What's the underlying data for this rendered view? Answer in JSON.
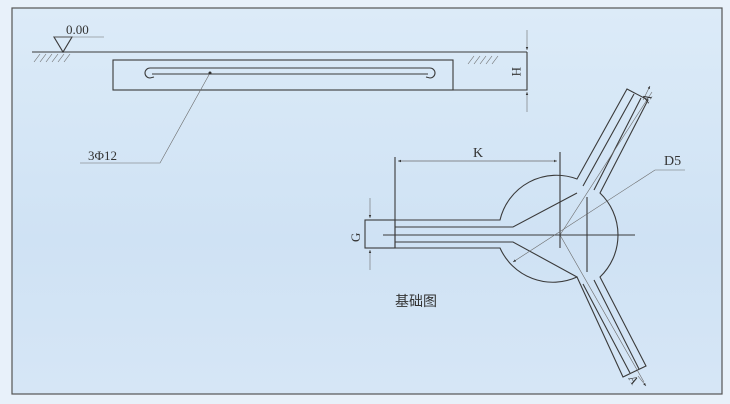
{
  "elevation_label": "0.00",
  "rebar_label": "3Φ12",
  "dimension_h": "H",
  "dimension_k": "K",
  "dimension_g": "G",
  "dimension_d5": "D5",
  "section_mark_top": "A",
  "section_mark_bottom": "A",
  "plan_title": "基础图",
  "colors": {
    "background_top": "#dcebf8",
    "background_bottom": "#cfe2f4",
    "line": "#3a3a3a"
  }
}
